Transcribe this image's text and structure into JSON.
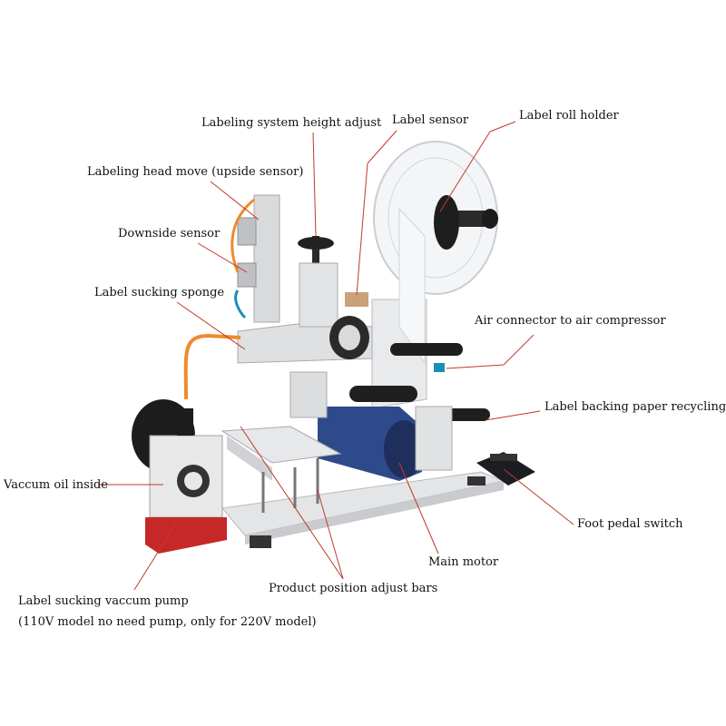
{
  "labels": {
    "height_adjust": "Labeling system height adjust",
    "label_sensor": "Label sensor",
    "roll_holder": "Label roll holder",
    "head_move": "Labeling head move (upside sensor)",
    "downside_sensor": "Downside sensor",
    "sucking_sponge": "Label sucking sponge",
    "air_connector": "Air connector to air compressor",
    "backing_recycling": "Label backing paper recycling bar",
    "vacuum_oil": "Vaccum oil inside",
    "foot_pedal": "Foot pedal switch",
    "main_motor": "Main motor",
    "position_bars": "Product position adjust bars",
    "vacuum_pump": "Label sucking vaccum pump",
    "vacuum_pump_note": "(110V model no need pump, only for 220V model)"
  },
  "colors": {
    "leader_line": "#c0392b",
    "text": "#111111",
    "metal": "#d9dadc",
    "motor": "#2f4a8a",
    "pump_body": "#e8e8e8",
    "pump_base": "#c62828",
    "tube": "#f08a2a"
  }
}
